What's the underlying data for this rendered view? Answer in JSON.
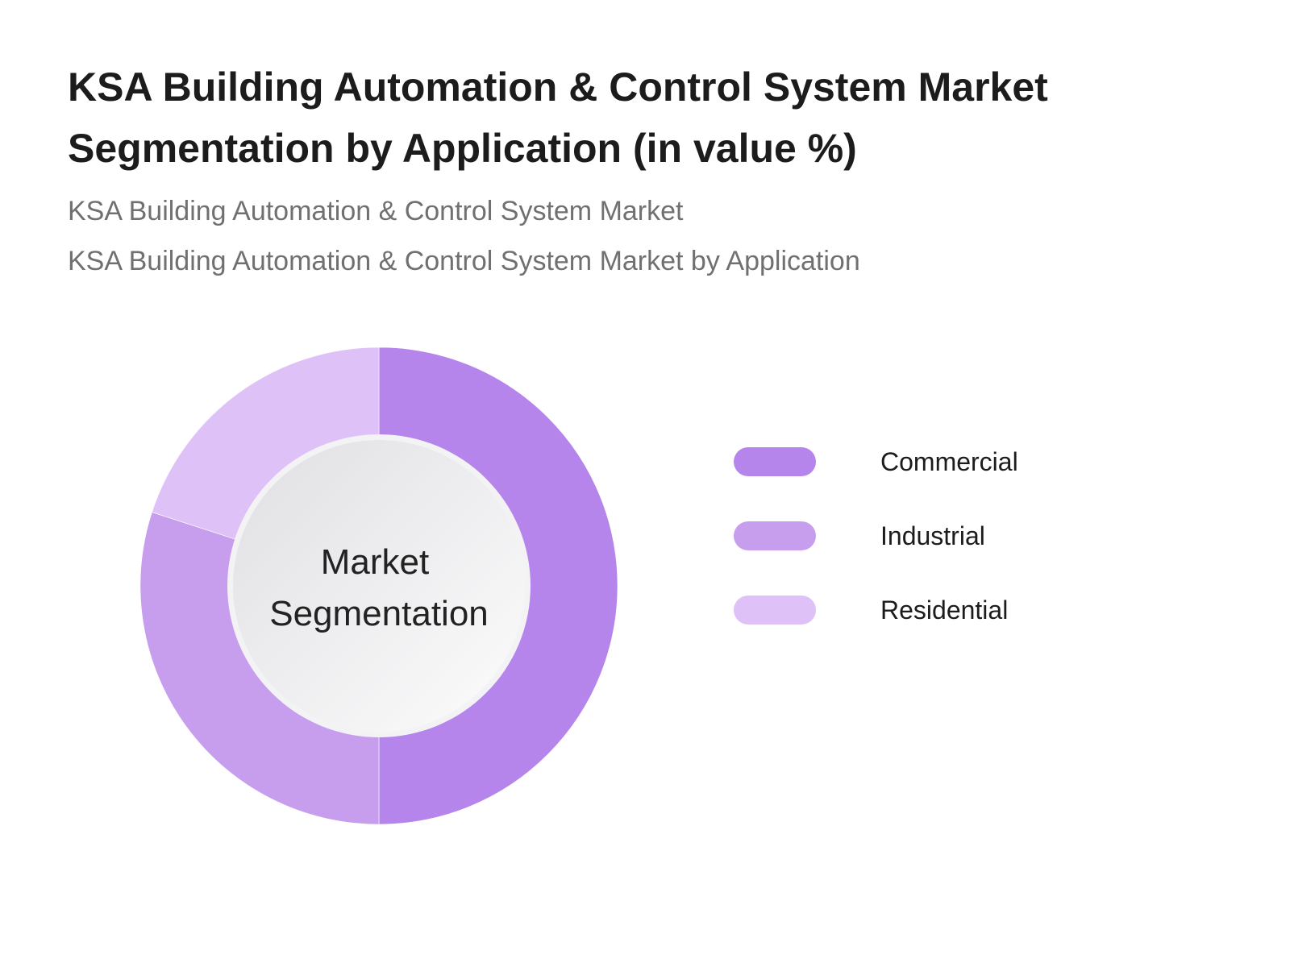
{
  "title_line1": "KSA Building Automation & Control System Market",
  "title_line2": "Segmentation by Application (in value %)",
  "subtitle_line1": "KSA Building Automation & Control System Market",
  "subtitle_line2": "KSA Building Automation & Control System Market  by Application",
  "chart_data": {
    "type": "pie",
    "variant": "donut",
    "center_label_line1": "Market",
    "center_label_line2": "Segmentation",
    "legend_position": "right",
    "categories": [
      "Commercial",
      "Industrial",
      "Residential"
    ],
    "values": [
      50,
      30,
      20
    ],
    "unit": "%",
    "colors": [
      "#b585ec",
      "#c79eee",
      "#dec2f7"
    ]
  }
}
